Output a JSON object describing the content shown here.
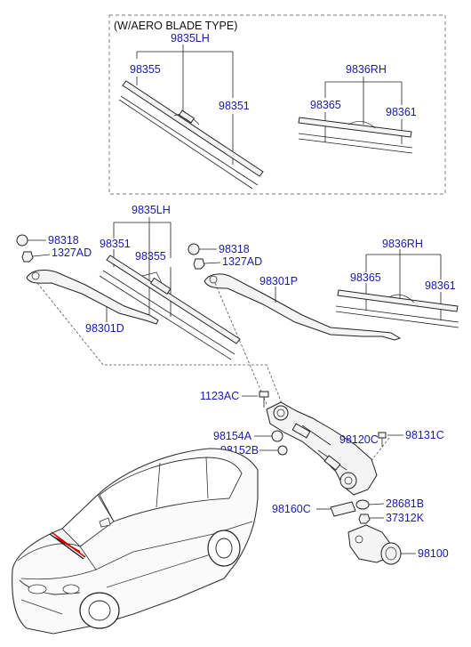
{
  "colors": {
    "label": "#1a1aa8",
    "header": "#111111",
    "line": "#222222"
  },
  "inset": {
    "title": "(W/AERO BLADE TYPE)"
  },
  "labels": {
    "inset_lh": "9835LH",
    "inset_lh_blade": "98355",
    "inset_lh_refill": "98351",
    "inset_rh": "9836RH",
    "inset_rh_blade": "98365",
    "inset_rh_refill": "98361",
    "lh": "9835LH",
    "lh_refill": "98351",
    "lh_blade": "98355",
    "cap_l": "98318",
    "nut_l": "1327AD",
    "arm_l": "98301D",
    "cap_r": "98318",
    "nut_r": "1327AD",
    "arm_r": "98301P",
    "rh": "9836RH",
    "rh_blade": "98365",
    "rh_refill": "98361",
    "bolt": "1123AC",
    "pivot_a": "98154A",
    "pivot_b": "98152B",
    "linkage": "98120C",
    "screw": "98131C",
    "bracket": "98160C",
    "grommet": "28681B",
    "nut_m": "37312K",
    "motor": "98100"
  }
}
